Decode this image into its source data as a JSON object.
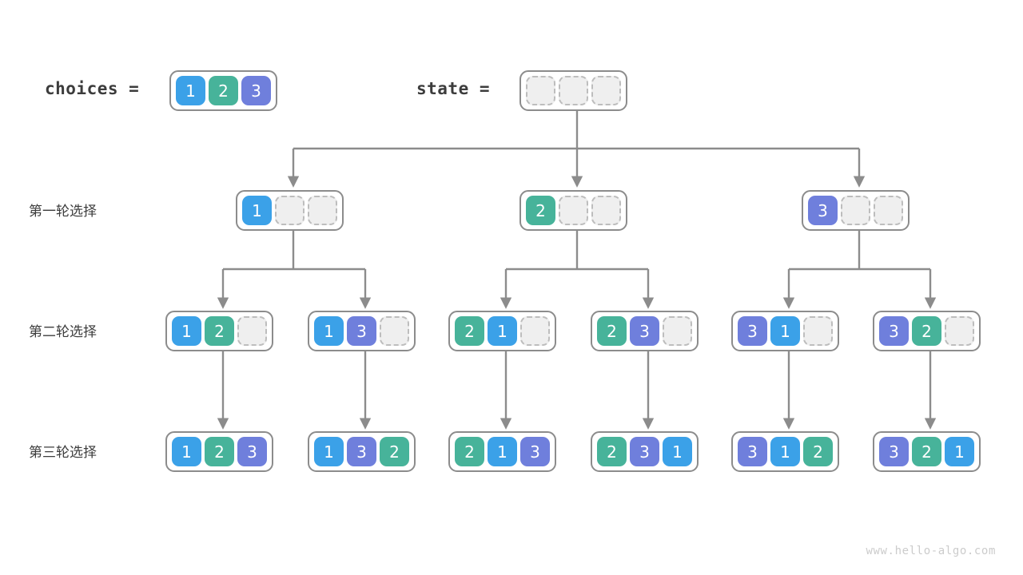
{
  "watermark": "www.hello-algo.com",
  "header": {
    "choices_label": "choices =",
    "choices_values": [
      "1",
      "2",
      "3"
    ],
    "state_label": "state =",
    "state_values": [
      "",
      "",
      ""
    ]
  },
  "rows": [
    {
      "label": "第一轮选择"
    },
    {
      "label": "第二轮选择"
    },
    {
      "label": "第三轮选择"
    }
  ],
  "colors": {
    "value_1": "#3ba1e8",
    "value_2": "#47b39a",
    "value_3": "#6f7fdc",
    "empty_cell": "#efefef",
    "box_border": "#8c8c8c",
    "empty_border": "#bdbdbd",
    "connector": "#8c8c8c",
    "text": "#3c3c3c",
    "watermark": "#cccccc"
  },
  "level1": [
    {
      "cells": [
        "1",
        "",
        ""
      ]
    },
    {
      "cells": [
        "2",
        "",
        ""
      ]
    },
    {
      "cells": [
        "3",
        "",
        ""
      ]
    }
  ],
  "level2": [
    {
      "cells": [
        "1",
        "2",
        ""
      ]
    },
    {
      "cells": [
        "1",
        "3",
        ""
      ]
    },
    {
      "cells": [
        "2",
        "1",
        ""
      ]
    },
    {
      "cells": [
        "2",
        "3",
        ""
      ]
    },
    {
      "cells": [
        "3",
        "1",
        ""
      ]
    },
    {
      "cells": [
        "3",
        "2",
        ""
      ]
    }
  ],
  "level3": [
    {
      "cells": [
        "1",
        "2",
        "3"
      ]
    },
    {
      "cells": [
        "1",
        "3",
        "2"
      ]
    },
    {
      "cells": [
        "2",
        "1",
        "3"
      ]
    },
    {
      "cells": [
        "2",
        "3",
        "1"
      ]
    },
    {
      "cells": [
        "3",
        "1",
        "2"
      ]
    },
    {
      "cells": [
        "3",
        "2",
        "1"
      ]
    }
  ]
}
